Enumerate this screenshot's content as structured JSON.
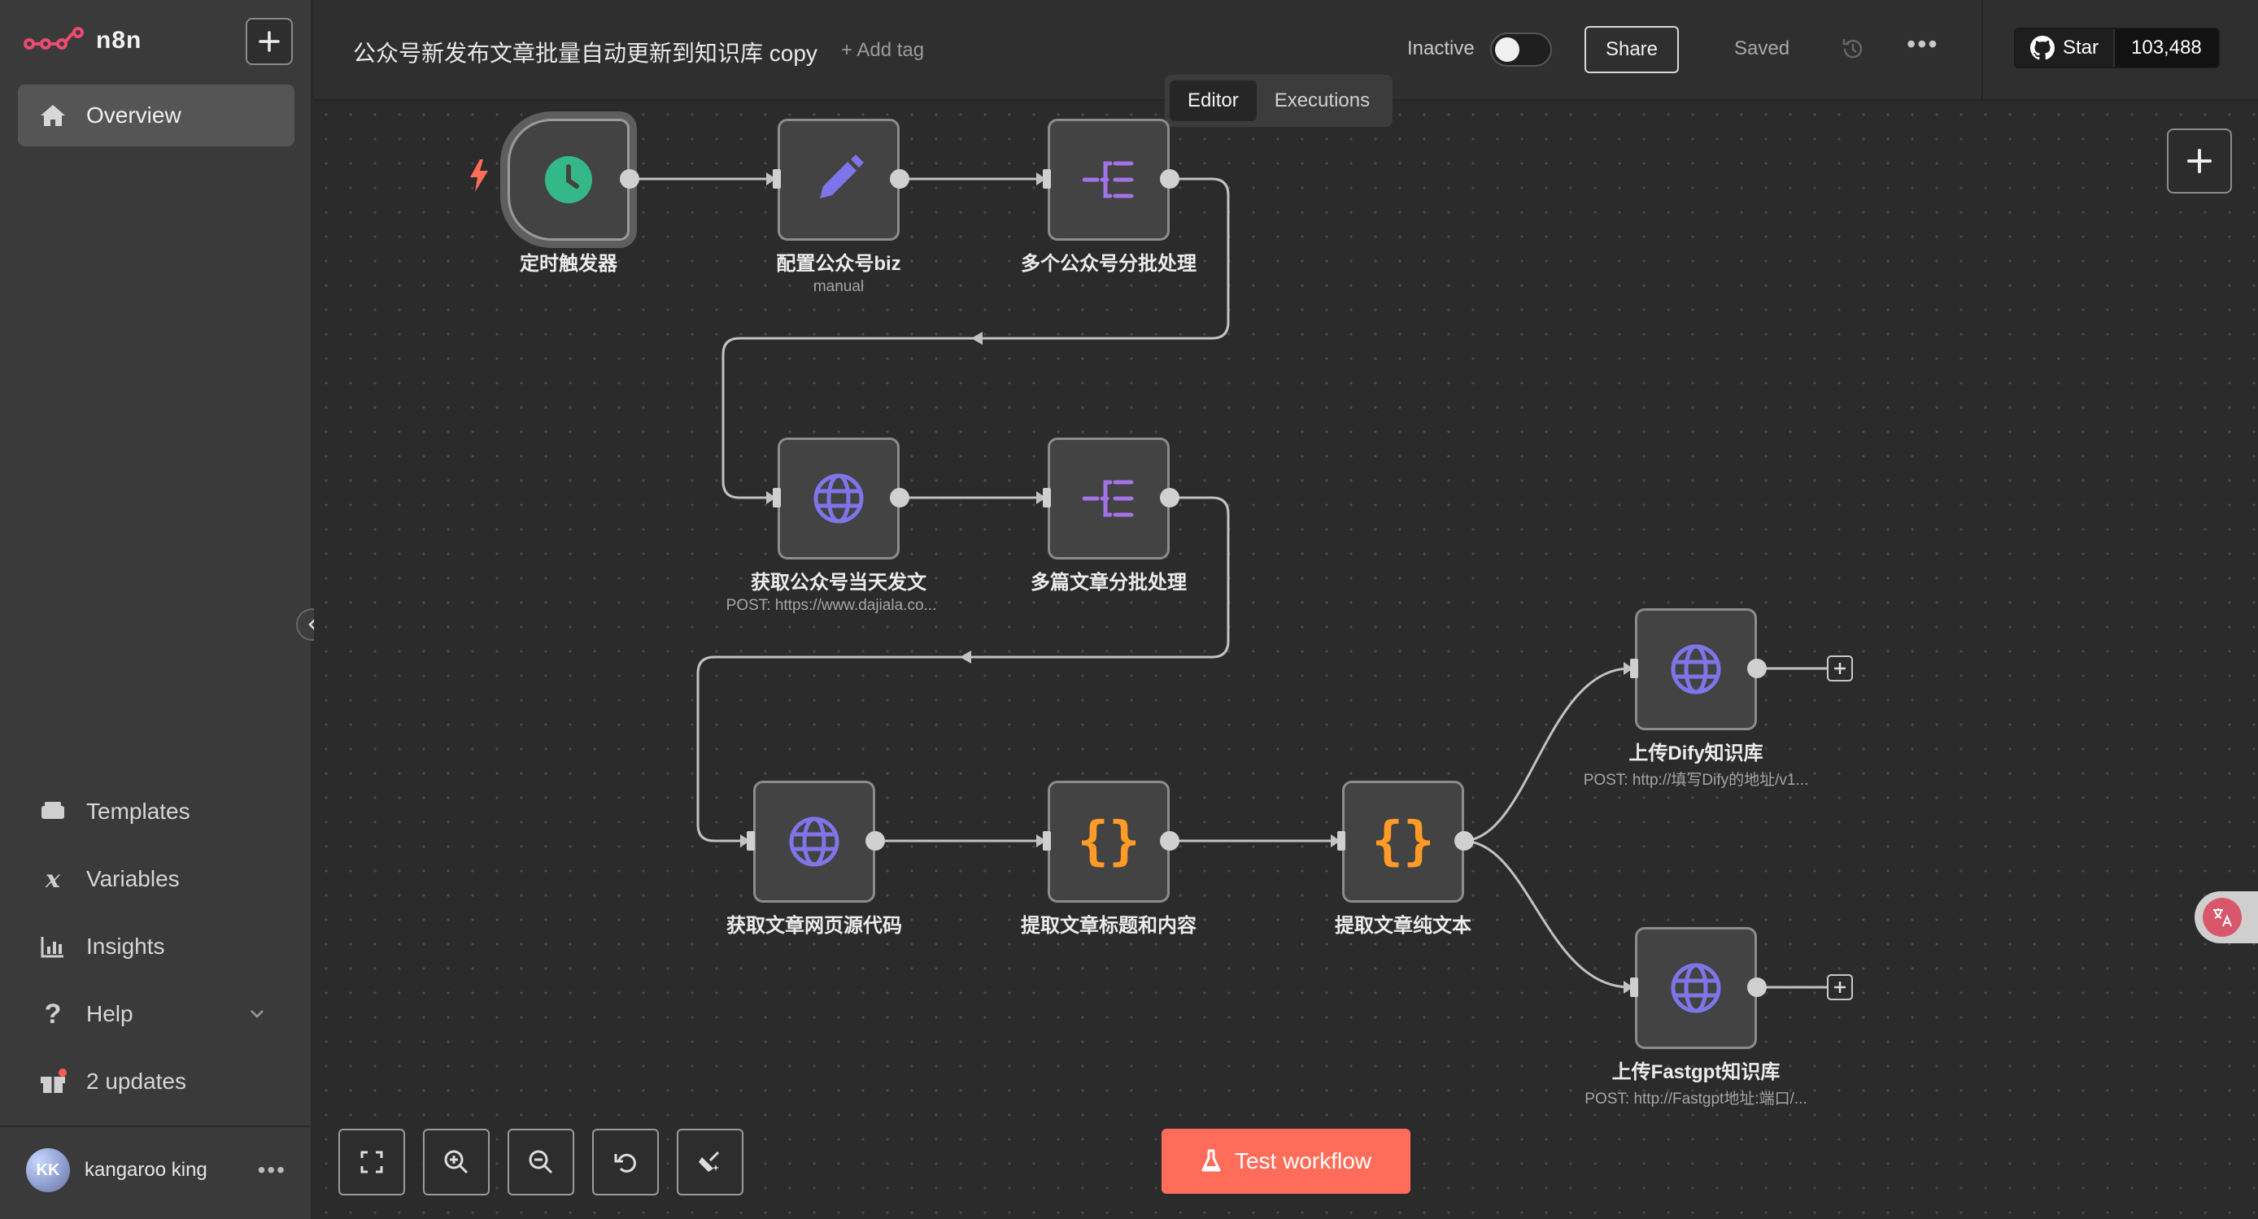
{
  "app": {
    "name": "n8n"
  },
  "sidebar": {
    "items": [
      {
        "label": "Overview",
        "icon": "home-icon"
      },
      {
        "label": "Templates",
        "icon": "templates-icon"
      },
      {
        "label": "Variables",
        "icon": "variables-icon"
      },
      {
        "label": "Insights",
        "icon": "insights-icon"
      },
      {
        "label": "Help",
        "icon": "help-icon"
      },
      {
        "label": "2 updates",
        "icon": "gift-icon"
      }
    ],
    "user": {
      "initials": "KK",
      "name": "kangaroo king"
    }
  },
  "header": {
    "title": "公众号新发布文章批量自动更新到知识库 copy",
    "add_tag": "+ Add tag",
    "status": "Inactive",
    "share": "Share",
    "saved": "Saved",
    "github": {
      "star": "Star",
      "count": "103,488"
    }
  },
  "tabs": [
    {
      "label": "Editor",
      "active": true
    },
    {
      "label": "Executions",
      "active": false
    }
  ],
  "nodes": [
    {
      "label": "定时触发器",
      "sub": "",
      "icon": "clock-icon"
    },
    {
      "label": "配置公众号biz",
      "sub": "manual",
      "icon": "pencil-icon"
    },
    {
      "label": "多个公众号分批处理",
      "sub": "",
      "icon": "split-batches-icon"
    },
    {
      "label": "获取公众号当天发文",
      "sub": "POST: https://www.dajiala.co...",
      "icon": "globe-icon"
    },
    {
      "label": "多篇文章分批处理",
      "sub": "",
      "icon": "split-batches-icon"
    },
    {
      "label": "获取文章网页源代码",
      "sub": "",
      "icon": "globe-icon"
    },
    {
      "label": "提取文章标题和内容",
      "sub": "",
      "icon": "code-braces-icon"
    },
    {
      "label": "提取文章纯文本",
      "sub": "",
      "icon": "code-braces-icon"
    },
    {
      "label": "上传Dify知识库",
      "sub": "POST: http://填写Dify的地址/v1...",
      "icon": "globe-icon"
    },
    {
      "label": "上传Fastgpt知识库",
      "sub": "POST: http://Fastgpt地址:端口/...",
      "icon": "globe-icon"
    }
  ],
  "test_button": "Test workflow",
  "colors": {
    "accent": "#ff6d5a",
    "trigger": "#35b889",
    "batch": "#a372e6",
    "code": "#ff9b26",
    "http": "#7f75e8"
  }
}
